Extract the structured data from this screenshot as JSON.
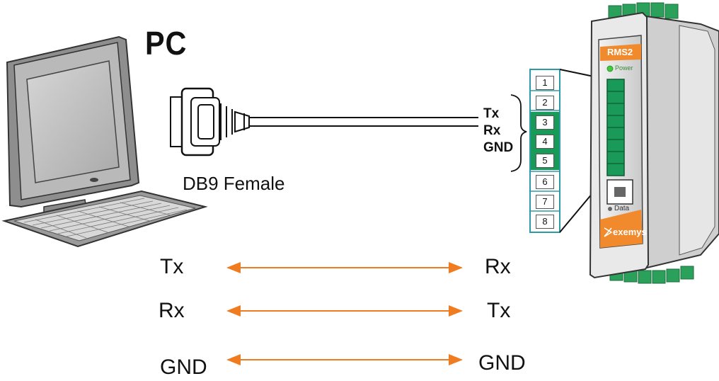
{
  "header": {
    "title": "PC"
  },
  "connector": {
    "label": "DB9 Female"
  },
  "terminal": {
    "pins": [
      "1",
      "2",
      "3",
      "4",
      "5",
      "6",
      "7",
      "8"
    ],
    "highlighted": [
      "3",
      "4",
      "5"
    ],
    "signals": [
      "Tx",
      "Rx",
      "GND"
    ]
  },
  "device": {
    "model": "RMS2",
    "power_label": "Power",
    "data_label": "Data",
    "brand": "exemys"
  },
  "connections": [
    {
      "left": "Tx",
      "right": "Rx"
    },
    {
      "left": "Rx",
      "right": "Tx"
    },
    {
      "left": "GND",
      "right": "GND"
    }
  ],
  "colors": {
    "arrow": "#f07c22",
    "accent": "#f08a2c",
    "terminal_green": "#1a9a58",
    "terminal_frame": "#2d9aa7"
  }
}
